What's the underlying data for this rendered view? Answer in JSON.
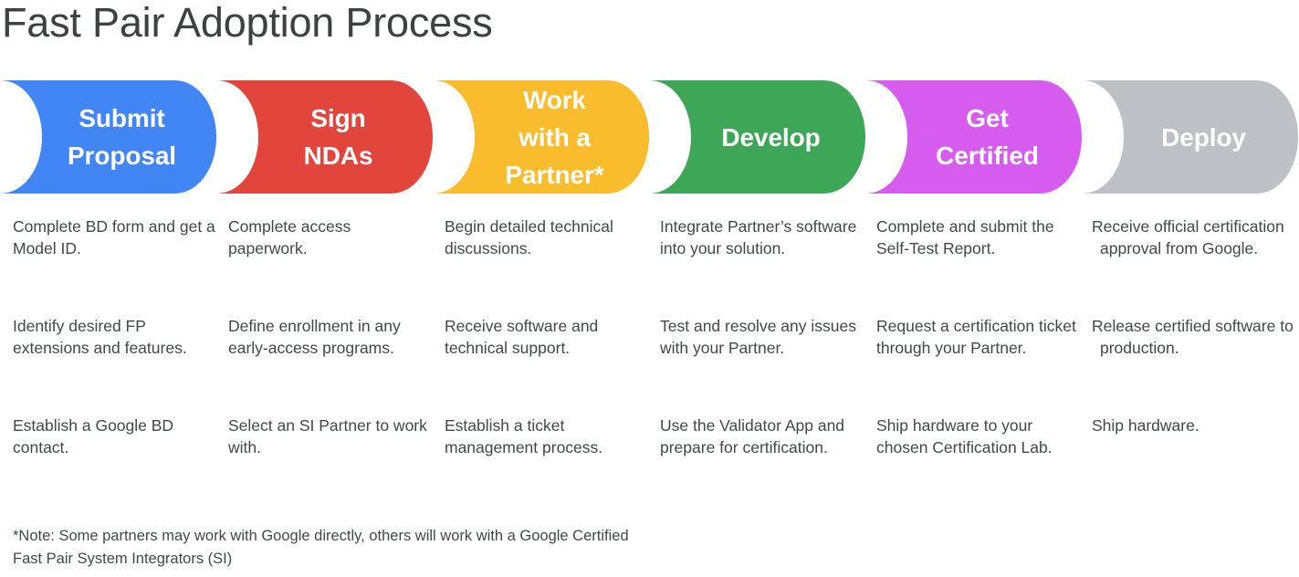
{
  "page": {
    "title": "Fast Pair Adoption Process",
    "title_color": "#3f4042",
    "background": "#ffffff",
    "body_text_color": "#44474a"
  },
  "banner": {
    "type": "chevron-process-flow",
    "steps": [
      {
        "label": "Submit\nProposal",
        "color": "#4285F4",
        "name": "submit-proposal"
      },
      {
        "label": "Sign\nNDAs",
        "color": "#E2453C",
        "name": "sign-ndas"
      },
      {
        "label": "Work\nwith a\nPartner*",
        "color": "#F9BC2C",
        "name": "work-with-a-partner"
      },
      {
        "label": "Develop",
        "color": "#3EA757",
        "name": "develop"
      },
      {
        "label": "Get\nCertified",
        "color": "#D65CF0",
        "name": "get-certified"
      },
      {
        "label": "Deploy",
        "color": "#BDC1C6",
        "name": "deploy"
      }
    ]
  },
  "columns": [
    {
      "name": "submit-proposal",
      "items": [
        "Complete BD form and get a Model ID.",
        "Identify desired FP extensions and features.",
        "Establish a Google BD contact."
      ]
    },
    {
      "name": "sign-ndas",
      "items": [
        "Complete access paperwork.",
        "Define enrollment in any early-access programs.",
        "Select an SI Partner to work with."
      ]
    },
    {
      "name": "work-with-a-partner",
      "items": [
        "Begin detailed technical discussions.",
        "Receive software and technical support.",
        "Establish a ticket management process."
      ]
    },
    {
      "name": "develop",
      "items": [
        "Integrate Partner’s software into your solution.",
        "Test and resolve any issues with your Partner.",
        "Use the Validator App and prepare for certification."
      ]
    },
    {
      "name": "get-certified",
      "items": [
        "Complete and submit the Self-Test Report.",
        "Request a certification ticket through your Partner.",
        "Ship hardware to your chosen Certification Lab."
      ]
    },
    {
      "name": "deploy",
      "items": [
        "Receive official certification approval from Google.",
        "Release certified software to production.",
        "Ship hardware."
      ]
    }
  ],
  "footnote": {
    "text": "*Note: Some partners may work with Google directly, others will work with a Google Certified Fast Pair System Integrators (SI)"
  }
}
